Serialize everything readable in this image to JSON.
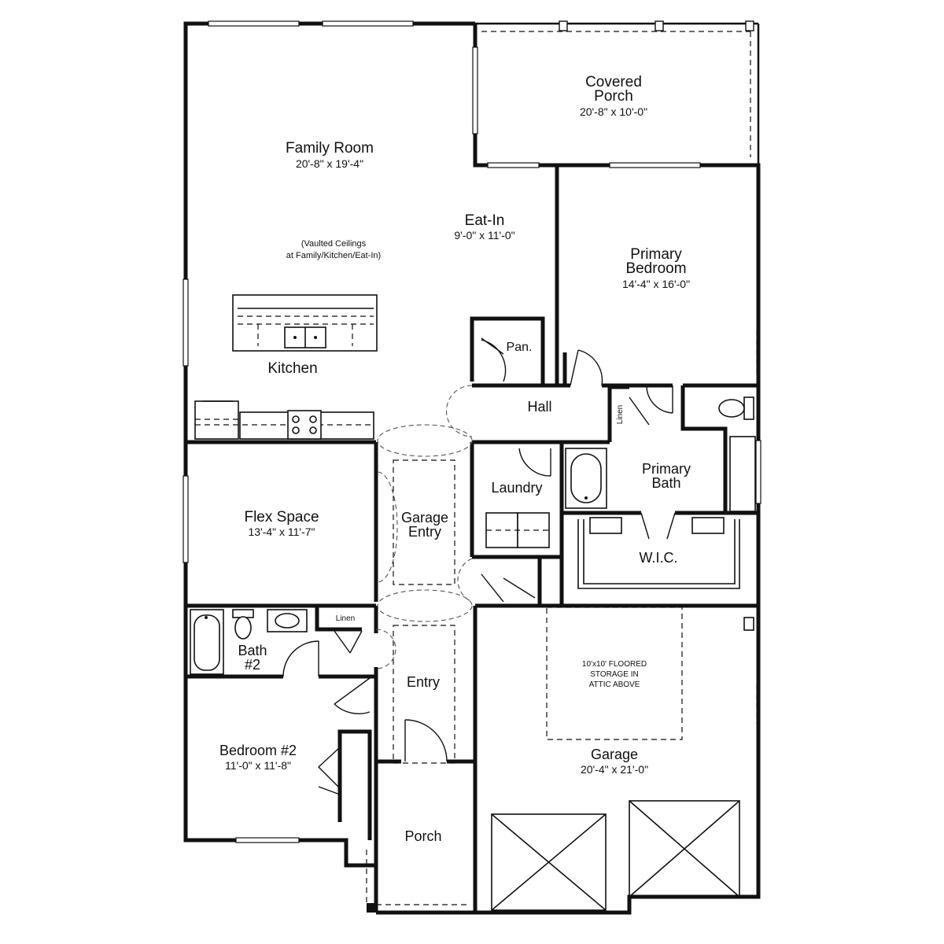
{
  "rooms": {
    "covered_porch": {
      "name_line1": "Covered",
      "name_line2": "Porch",
      "size": "20'-8\" x 10'-0\""
    },
    "family_room": {
      "name": "Family Room",
      "size": "20'-8\" x 19'-4\""
    },
    "vaulted_note": {
      "line1": "(Vaulted Ceilings",
      "line2": "at Family/Kitchen/Eat-In)"
    },
    "eat_in": {
      "name": "Eat-In",
      "size": "9'-0\" x 11'-0\""
    },
    "primary_bedroom": {
      "name_line1": "Primary",
      "name_line2": "Bedroom",
      "size": "14'-4\" x 16'-0\""
    },
    "kitchen": {
      "name": "Kitchen"
    },
    "pantry": {
      "name": "Pan."
    },
    "hall": {
      "name": "Hall"
    },
    "linen_primary": {
      "name": "Linen"
    },
    "primary_bath": {
      "name_line1": "Primary",
      "name_line2": "Bath"
    },
    "laundry": {
      "name": "Laundry"
    },
    "flex_space": {
      "name": "Flex Space",
      "size": "13'-4\" x 11'-7\""
    },
    "garage_entry": {
      "name_line1": "Garage",
      "name_line2": "Entry"
    },
    "wic": {
      "name": "W.I.C."
    },
    "linen_bath2": {
      "name": "Linen"
    },
    "bath2": {
      "name_line1": "Bath",
      "name_line2": "#2"
    },
    "entry": {
      "name": "Entry"
    },
    "attic_note": {
      "line1": "10'x10' FLOORED",
      "line2": "STORAGE IN",
      "line3": "ATTIC ABOVE"
    },
    "garage": {
      "name": "Garage",
      "size": "20'-4\" x 21'-0\""
    },
    "bedroom2": {
      "name": "Bedroom #2",
      "size": "11'-0\" x 11'-8\""
    },
    "porch": {
      "name": "Porch"
    }
  }
}
